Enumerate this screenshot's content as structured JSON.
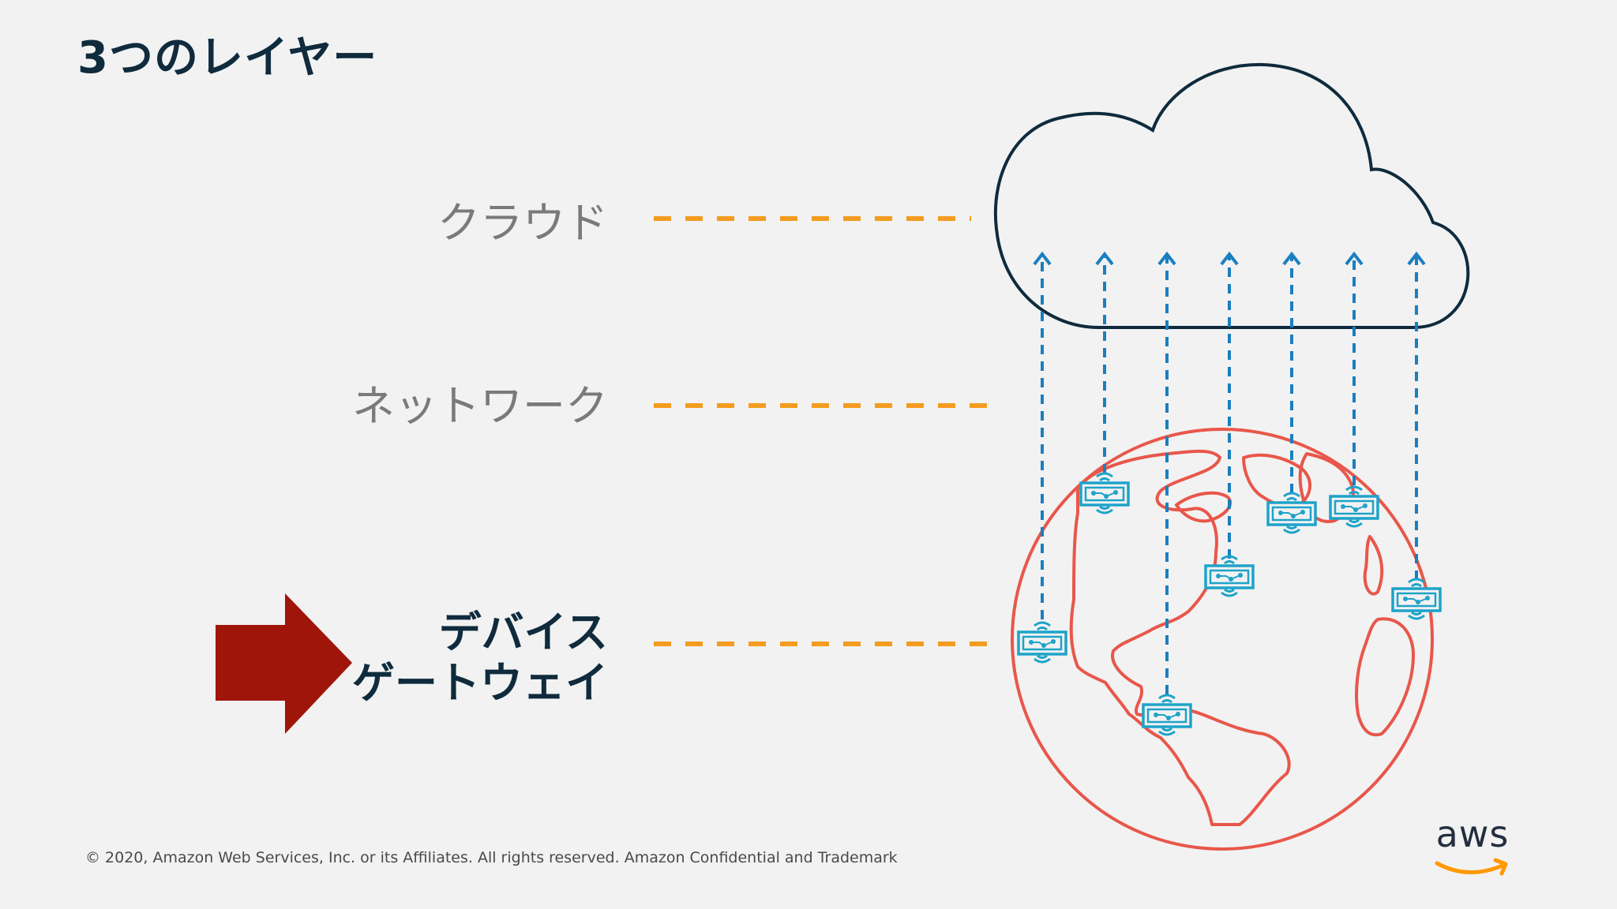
{
  "slide": {
    "title": "3つのレイヤー",
    "copyright": "© 2020, Amazon Web Services, Inc. or its Affiliates. All rights reserved. Amazon Confidential and Trademark",
    "logo_text": "aws"
  },
  "layers": [
    {
      "label": "クラウド",
      "highlighted": false
    },
    {
      "label": "ネットワーク",
      "highlighted": false
    },
    {
      "label_line1": "デバイス",
      "label_line2": "ゲートウェイ",
      "highlighted": true
    }
  ],
  "colors": {
    "title": "#0f2b3d",
    "label_inactive": "#7a7a7a",
    "dash": "#f39c1f",
    "arrow": "#a0150a",
    "cloud": "#0f2b3d",
    "globe": "#e8574a",
    "device": "#1ea3c9",
    "uplink": "#1a7fbf",
    "logo_smile": "#ff9900"
  },
  "icons": {
    "pointer": "red-right-arrow",
    "cloud": "cloud-icon",
    "globe": "globe-icon",
    "device": "circuit-board-device-icon",
    "uplink": "dashed-up-arrow"
  }
}
